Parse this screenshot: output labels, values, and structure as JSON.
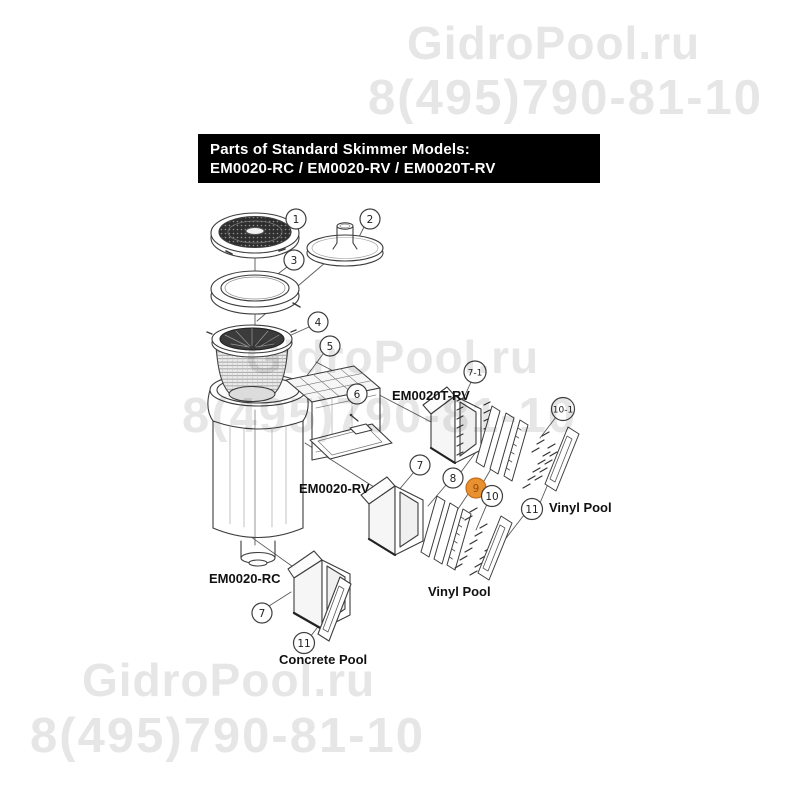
{
  "watermark": {
    "brand": "GidroPool.ru",
    "phone": "8(495)790-81-10",
    "color": "#e6e6e6"
  },
  "title_block": {
    "line1": "Parts of Standard Skimmer Models:",
    "line2": "EM0020-RC / EM0020-RV / EM0020T-RV",
    "background": "#000000",
    "text_color": "#ffffff"
  },
  "diagram": {
    "kind": "exploded-parts-diagram",
    "subject": "Standard skimmer parts",
    "models": {
      "t_rv": "EM0020T-RV",
      "rv": "EM0020-RV",
      "rc": "EM0020-RC"
    },
    "pool_types": {
      "vinyl_right": "Vinyl Pool",
      "vinyl_middle": "Vinyl Pool",
      "concrete": "Concrete Pool"
    },
    "callouts": [
      {
        "label": "1",
        "part": "skimmer-lid"
      },
      {
        "label": "2",
        "part": "vacuum-plate"
      },
      {
        "label": "3",
        "part": "collar-ring"
      },
      {
        "label": "4",
        "part": "strainer-basket"
      },
      {
        "label": "5",
        "part": "skimmer-body"
      },
      {
        "label": "6",
        "part": "weir-flap"
      },
      {
        "label": "7-1",
        "part": "throat-extension-em0020t-rv"
      },
      {
        "label": "10-1",
        "part": "screw-set-long"
      },
      {
        "label": "7",
        "part": "throat-extension-em0020-rv"
      },
      {
        "label": "8",
        "part": "gasket"
      },
      {
        "label": "9",
        "part": "gasket-frame",
        "highlighted": true,
        "highlight_color": "#e8912f"
      },
      {
        "label": "10",
        "part": "screw-set"
      },
      {
        "label": "11",
        "part": "faceplate-frame"
      },
      {
        "label": "7",
        "part": "throat-extension-em0020-rc"
      },
      {
        "label": "11",
        "part": "faceplate-frame-concrete"
      }
    ]
  }
}
